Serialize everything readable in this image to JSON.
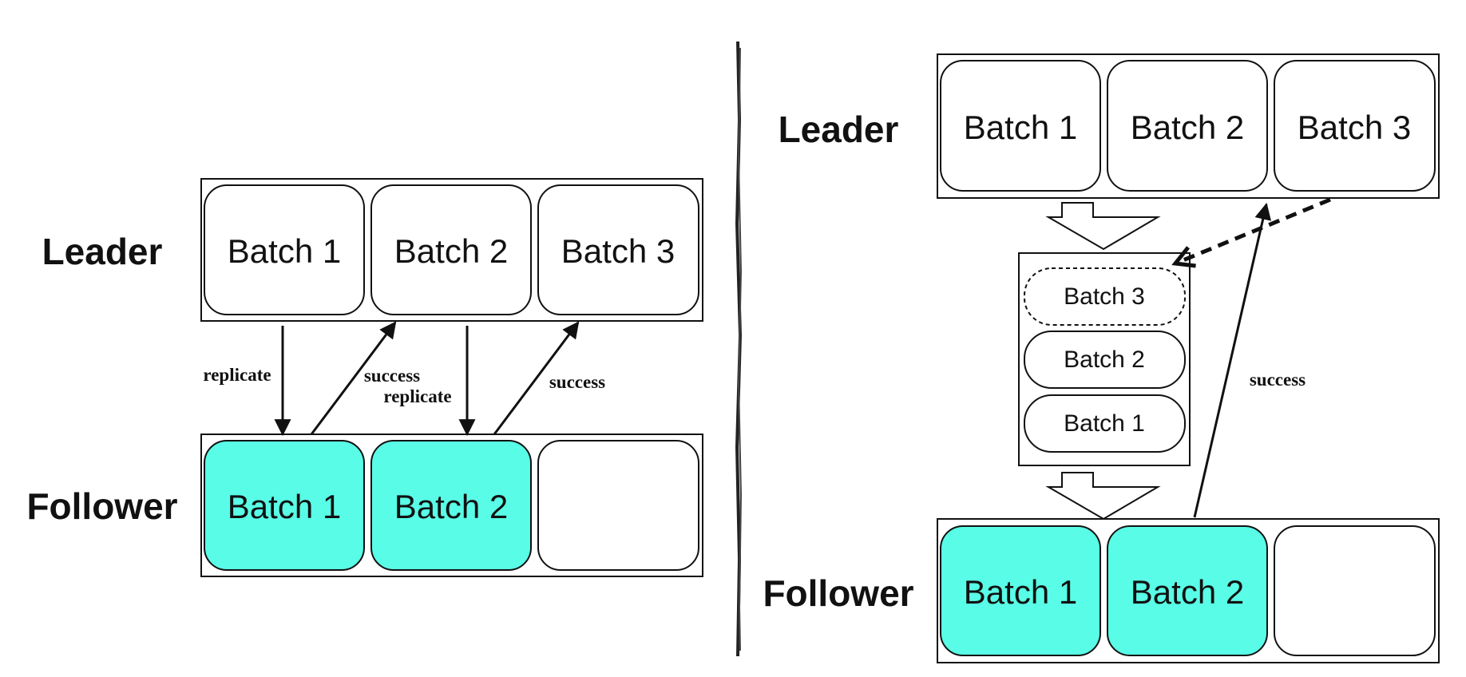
{
  "colors": {
    "replicated_fill": "#59fde7",
    "empty_fill": "#ffffff",
    "stroke": "#111111"
  },
  "left_panel": {
    "leader": {
      "label": "Leader",
      "batches": [
        "Batch 1",
        "Batch 2",
        "Batch 3"
      ]
    },
    "follower": {
      "label": "Follower",
      "batches": [
        "Batch 1",
        "Batch 2",
        ""
      ]
    },
    "arrows": {
      "replicate_1": "replicate",
      "success_1": "success",
      "replicate_2": "replicate",
      "success_2": "success"
    }
  },
  "right_panel": {
    "leader": {
      "label": "Leader",
      "batches": [
        "Batch 1",
        "Batch 2",
        "Batch 3"
      ]
    },
    "pipeline": {
      "batches": [
        "Batch 3",
        "Batch 2",
        "Batch 1"
      ]
    },
    "follower": {
      "label": "Follower",
      "batches": [
        "Batch 1",
        "Batch 2",
        ""
      ]
    },
    "arrows": {
      "success": "success"
    }
  }
}
